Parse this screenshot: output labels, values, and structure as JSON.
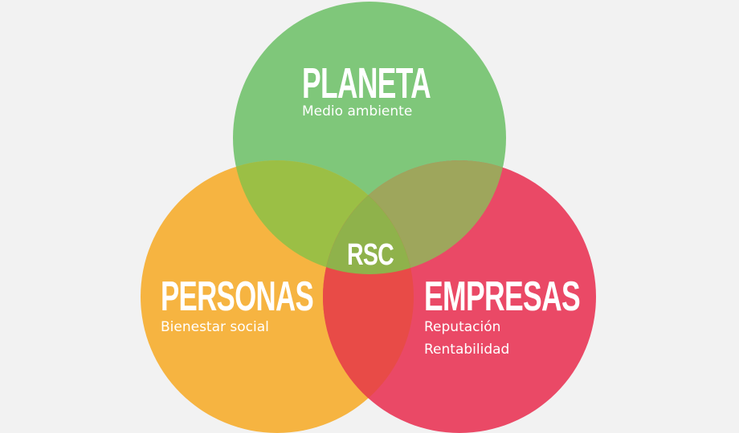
{
  "diagram": {
    "center_label": "RSC",
    "circles": [
      {
        "id": "planeta",
        "title": "PLANETA",
        "subtitles": [
          "Medio ambiente"
        ],
        "color": "#7fc77a"
      },
      {
        "id": "personas",
        "title": "PERSONAS",
        "subtitles": [
          "Bienestar social"
        ],
        "color": "#f6b441"
      },
      {
        "id": "empresas",
        "title": "EMPRESAS",
        "subtitles": [
          "Reputación",
          "Rentabilidad"
        ],
        "color": "#ea4966"
      }
    ],
    "overlap_colors": {
      "planeta_personas": "#9bbf45",
      "planeta_empresas": "#9ea65c",
      "personas_empresas": "#e84b47",
      "all": "#8fb24b"
    }
  }
}
